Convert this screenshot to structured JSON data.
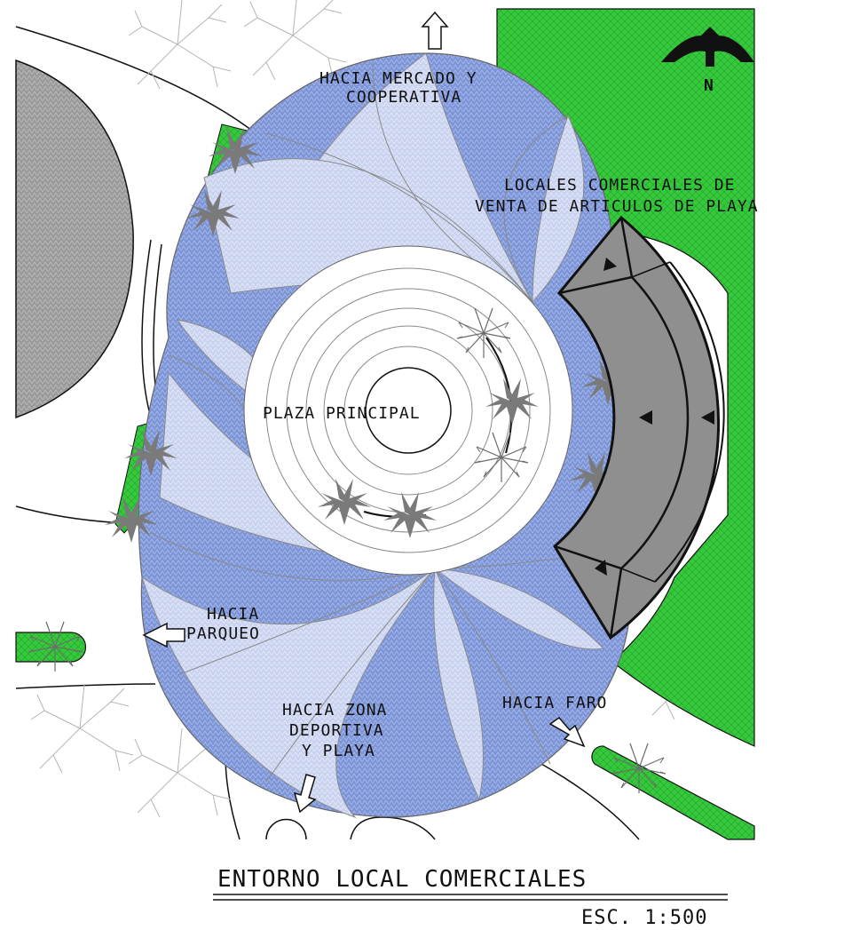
{
  "labels": {
    "market": [
      "HACIA MERCADO Y",
      "COOPERATIVA"
    ],
    "shops": [
      "LOCALES COMERCIALES DE",
      "VENTA DE ARTICULOS DE PLAYA"
    ],
    "plaza": "PLAZA PRINCIPAL",
    "parking": [
      "HACIA",
      "PARQUEO"
    ],
    "sports": [
      "HACIA ZONA",
      "DEPORTIVA",
      "Y PLAYA"
    ],
    "lighthouse": "HACIA FARO",
    "north": "N"
  },
  "title": "ENTORNO LOCAL COMERCIALES",
  "scale": "ESC. 1:500",
  "colors": {
    "paving_dark": "#7c95d8",
    "paving_light": "#c9d3f0",
    "green": "#35c93c",
    "building": "#8f8f8f",
    "road_block": "#9a9a9a",
    "palm": "#7a7a7a"
  }
}
